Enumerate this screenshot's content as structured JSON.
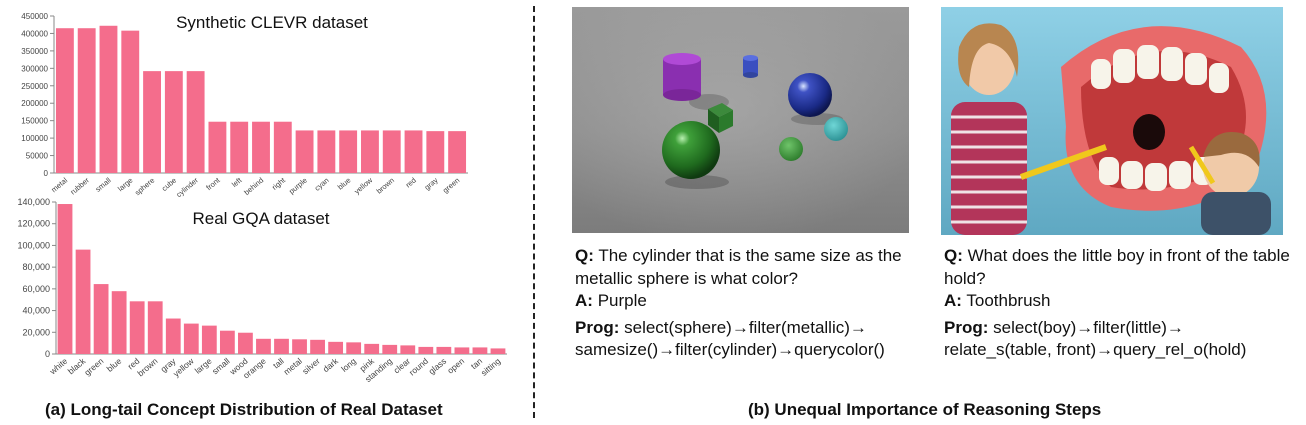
{
  "figure": {
    "caption_a": "(a) Long-tail Concept Distribution of Real Dataset",
    "caption_b": "(b) Unequal Importance of Reasoning Steps"
  },
  "examples": [
    {
      "q_label": "Q:",
      "question": "The cylinder that is the same size as the metallic sphere is what color?",
      "a_label": "A:",
      "answer": "Purple",
      "prog_label": "Prog:",
      "prog_line1": "select(sphere)→filter(metallic)→",
      "prog_line2": "samesize()→filter(cylinder)→querycolor()"
    },
    {
      "q_label": "Q:",
      "question": "What does the little boy in front of the table hold?",
      "a_label": "A:",
      "answer": "Toothbrush",
      "prog_label": "Prog:",
      "prog_line1": "select(boy)→filter(little)→",
      "prog_line2": "relate_s(table, front)→query_rel_o(hold)"
    }
  ],
  "chart_data": [
    {
      "type": "bar",
      "title": "Synthetic CLEVR dataset",
      "categories": [
        "metal",
        "rubber",
        "small",
        "large",
        "sphere",
        "cube",
        "cylinder",
        "front",
        "left",
        "behind",
        "right",
        "purple",
        "cyan",
        "blue",
        "yellow",
        "brown",
        "red",
        "gray",
        "green"
      ],
      "values": [
        415000,
        415000,
        422000,
        408000,
        292000,
        292000,
        292000,
        147000,
        147000,
        147000,
        147000,
        122000,
        122000,
        122000,
        122000,
        122000,
        122000,
        120000,
        120000
      ],
      "ylim": [
        0,
        450000
      ],
      "yticks": [
        "0",
        "50000",
        "100000",
        "150000",
        "200000",
        "250000",
        "300000",
        "350000",
        "400000",
        "450000"
      ],
      "color": "#f46d8c",
      "grid": false
    },
    {
      "type": "bar",
      "title": "Real GQA dataset",
      "categories": [
        "white",
        "black",
        "green",
        "blue",
        "red",
        "brown",
        "gray",
        "yellow",
        "large",
        "small",
        "wood",
        "orange",
        "tall",
        "metal",
        "silver",
        "dark",
        "long",
        "pink",
        "standing",
        "clear",
        "round",
        "glass",
        "open",
        "tan",
        "sitting"
      ],
      "values": [
        148000,
        103000,
        69000,
        62000,
        52000,
        52000,
        35000,
        30000,
        28000,
        23000,
        21000,
        15000,
        15000,
        14500,
        14000,
        12000,
        11500,
        10000,
        9000,
        8500,
        7000,
        7000,
        6500,
        6500,
        5500
      ],
      "ylim": [
        0,
        150000
      ],
      "yticks": [
        "0",
        "20,000",
        "40,000",
        "60,000",
        "80,000",
        "100,000",
        "120,000",
        "140,000"
      ],
      "color": "#f46d8c",
      "grid": false
    }
  ]
}
